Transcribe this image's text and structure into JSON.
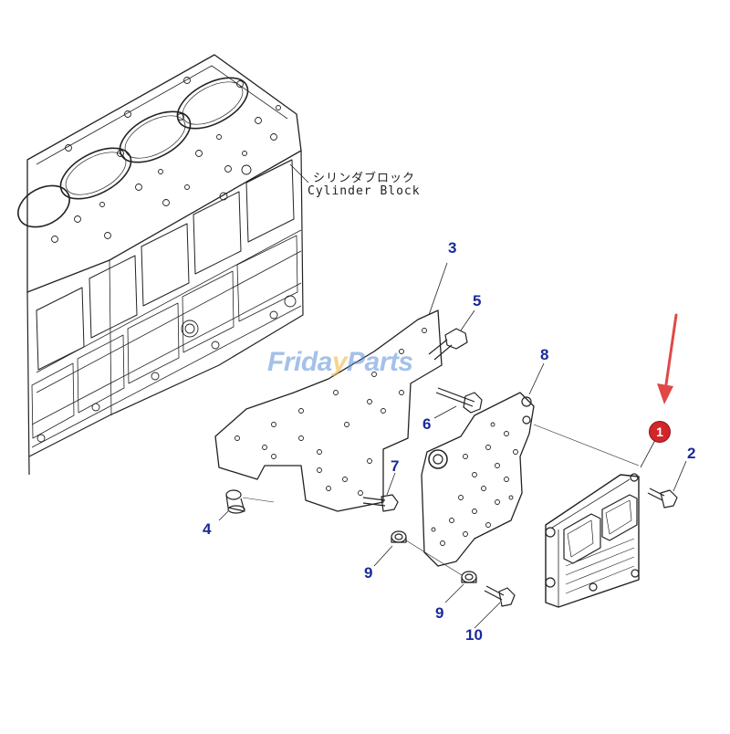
{
  "block_label": {
    "ja": "シリンダブロック",
    "en": "Cylinder Block"
  },
  "watermark": {
    "before": "Frida",
    "accent": "y",
    "after": "Parts"
  },
  "callouts": {
    "p1": "1",
    "p2": "2",
    "p3": "3",
    "p4": "4",
    "p5": "5",
    "p6": "6",
    "p7": "7",
    "p8": "8",
    "p9a": "9",
    "p9b": "9",
    "p10": "10"
  },
  "colors": {
    "callout": "#1a2a9c",
    "highlight": "#d3262a",
    "arrow": "#e04848",
    "line": "#222222"
  }
}
